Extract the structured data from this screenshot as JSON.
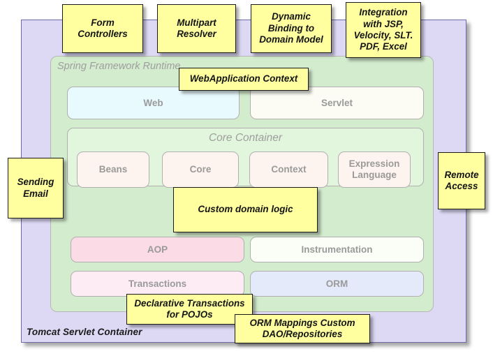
{
  "diagram": {
    "title": "Spring Framework Runtime architecture with custom extension points",
    "outer_container": {
      "label": "Tomcat Servlet Container",
      "color": "#ddd9f5"
    },
    "runtime_container": {
      "label": "Spring Framework Runtime",
      "color": "#d4ecce"
    },
    "top_row": [
      {
        "name": "web",
        "label": "Web",
        "color": "#e9faff"
      },
      {
        "name": "servlet",
        "label": "Servlet",
        "color": "#fcfcf5"
      }
    ],
    "core_container": {
      "label": "Core Container",
      "color": "#e2f5dd",
      "modules": [
        {
          "name": "beans",
          "label": "Beans",
          "color": "#fdf3ef"
        },
        {
          "name": "core",
          "label": "Core",
          "color": "#fdf3ef"
        },
        {
          "name": "context",
          "label": "Context",
          "color": "#fdf3ef"
        },
        {
          "name": "expression-language",
          "label": "Expression Language",
          "color": "#fdf3ef"
        }
      ]
    },
    "bottom_rows": [
      {
        "name": "aop",
        "label": "AOP",
        "color": "#fbdbe6"
      },
      {
        "name": "instrumentation",
        "label": "Instrumentation",
        "color": "#fbfef7"
      },
      {
        "name": "transactions",
        "label": "Transactions",
        "color": "#fdecf4"
      },
      {
        "name": "orm",
        "label": "ORM",
        "color": "#e5eafa"
      }
    ],
    "notes": [
      {
        "name": "form-controllers",
        "label": "Form Controllers"
      },
      {
        "name": "multipart-resolver",
        "label": "Multipart Resolver"
      },
      {
        "name": "dynamic-binding",
        "label": "Dynamic Binding to Domain Model"
      },
      {
        "name": "integration",
        "label": "Integration with JSP, Velocity, SLT. PDF, Excel"
      },
      {
        "name": "webapplication-context",
        "label": "WebApplication Context"
      },
      {
        "name": "sending-email",
        "label": "Sending Email"
      },
      {
        "name": "remote-access",
        "label": "Remote Access"
      },
      {
        "name": "custom-domain-logic",
        "label": "Custom domain logic"
      },
      {
        "name": "declarative-transactions",
        "label": "Declarative Transactions for POJOs"
      },
      {
        "name": "orm-mappings",
        "label": "ORM Mappings Custom DAO/Repositories"
      }
    ],
    "note_color": "#ffffa0"
  }
}
